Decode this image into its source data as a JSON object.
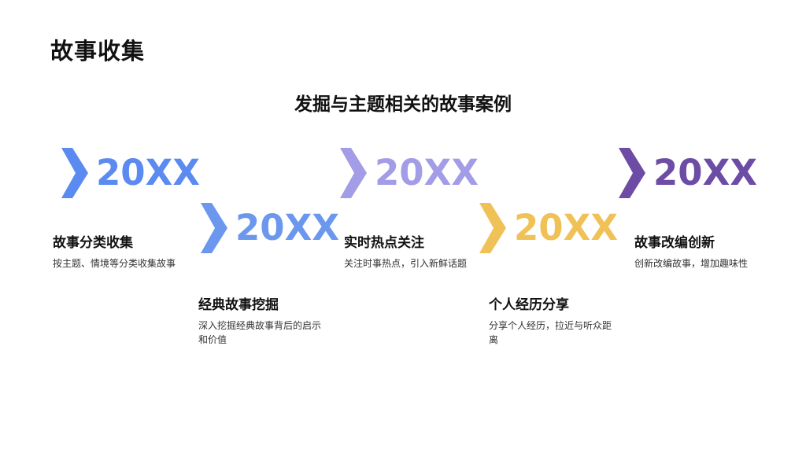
{
  "slide": {
    "title": "故事收集",
    "subtitle": "发掘与主题相关的故事案例"
  },
  "steps": [
    {
      "year": "20XX",
      "heading": "故事分类收集",
      "description": "按主题、情境等分类收集故事",
      "color": "#5b8af0"
    },
    {
      "year": "20XX",
      "heading": "经典故事挖掘",
      "description": "深入挖掘经典故事背后的启示和价值",
      "color": "#6c97ee"
    },
    {
      "year": "20XX",
      "heading": "实时热点关注",
      "description": "关注时事热点，引入新鲜话题",
      "color": "#a39ce6"
    },
    {
      "year": "20XX",
      "heading": "个人经历分享",
      "description": "分享个人经历，拉近与听众距离",
      "color": "#f0c156"
    },
    {
      "year": "20XX",
      "heading": "故事改编创新",
      "description": "创新改编故事，增加趣味性",
      "color": "#6c4ca5"
    }
  ]
}
